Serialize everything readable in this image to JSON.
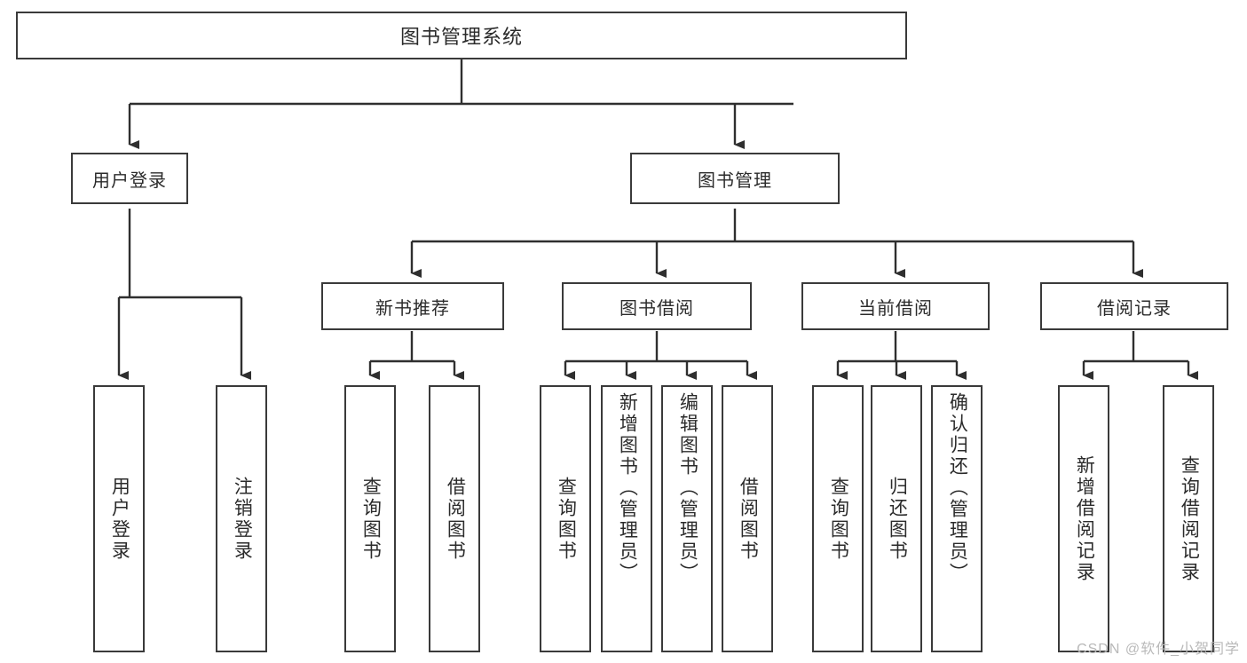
{
  "diagram": {
    "title": "图书管理系统",
    "type": "tree",
    "watermark": "CSDN @软件_小贺同学",
    "colors": {
      "background": "#ffffff",
      "box_border": "#3a3a3a",
      "box_fill": "#ffffff",
      "text": "#2b2b2b",
      "connector": "#2f2f2f",
      "watermark": "#b9b9b9"
    },
    "root": {
      "label": "图书管理系统"
    },
    "level2": [
      {
        "id": "user-login",
        "label": "用户登录"
      },
      {
        "id": "book-manage",
        "label": "图书管理"
      }
    ],
    "level3": [
      {
        "id": "new-book-rec",
        "label": "新书推荐",
        "parent": "book-manage"
      },
      {
        "id": "book-borrow",
        "label": "图书借阅",
        "parent": "book-manage"
      },
      {
        "id": "current-borrow",
        "label": "当前借阅",
        "parent": "book-manage"
      },
      {
        "id": "borrow-record",
        "label": "借阅记录",
        "parent": "book-manage"
      }
    ],
    "leaves": [
      {
        "id": "leaf-user-login",
        "label": "用户登录",
        "parent": "user-login"
      },
      {
        "id": "leaf-logout-login",
        "label": "注销登录",
        "parent": "user-login"
      },
      {
        "id": "leaf-query-book-1",
        "label": "查询图书",
        "parent": "new-book-rec"
      },
      {
        "id": "leaf-borrow-book-1",
        "label": "借阅图书",
        "parent": "new-book-rec"
      },
      {
        "id": "leaf-query-book-2",
        "label": "查询图书",
        "parent": "book-borrow"
      },
      {
        "id": "leaf-add-book",
        "label": "新增图书（管理员）",
        "parent": "book-borrow"
      },
      {
        "id": "leaf-edit-book",
        "label": "编辑图书（管理员）",
        "parent": "book-borrow"
      },
      {
        "id": "leaf-borrow-book-2",
        "label": "借阅图书",
        "parent": "book-borrow"
      },
      {
        "id": "leaf-query-book-3",
        "label": "查询图书",
        "parent": "current-borrow"
      },
      {
        "id": "leaf-return-book",
        "label": "归还图书",
        "parent": "current-borrow"
      },
      {
        "id": "leaf-confirm-return",
        "label": "确认归还（管理员）",
        "parent": "current-borrow"
      },
      {
        "id": "leaf-add-record",
        "label": "新增借阅记录",
        "parent": "borrow-record"
      },
      {
        "id": "leaf-query-record",
        "label": "查询借阅记录",
        "parent": "borrow-record"
      }
    ]
  }
}
